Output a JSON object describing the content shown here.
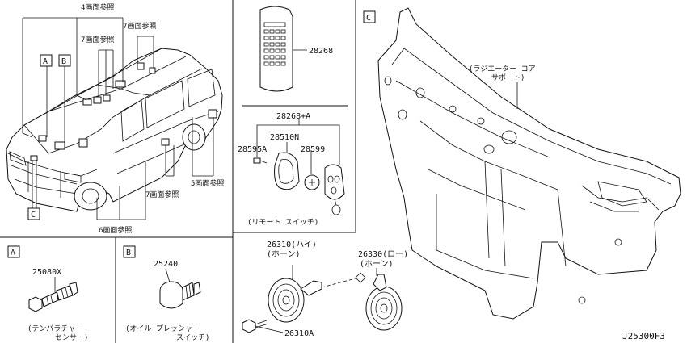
{
  "labels": {
    "ref_4": "4画面参照",
    "ref_7a": "7画面参照",
    "ref_7b": "7画面参照",
    "ref_7c": "7画面参照",
    "ref_5": "5画面参照",
    "ref_6": "6画面参照",
    "callout_a": "A",
    "callout_b": "B",
    "callout_c": "C"
  },
  "parts": {
    "remote": "28268",
    "remote_kit": "28268+A",
    "case": "28510N",
    "screw": "28595A",
    "battery": "28599",
    "remote_caption": "(リモート スイッチ)",
    "core_support_1": "(ラジエーター コア",
    "core_support_2": "サポート)",
    "horn_high_1": "26310(ハイ)",
    "horn_high_2": "(ホーン)",
    "horn_low_1": "26330(ロー)",
    "horn_low_2": "(ホーン)",
    "horn_bolt": "26310A",
    "temp_sensor": "25080X",
    "temp_caption_1": "(テンパラチャー",
    "temp_caption_2": "センサー)",
    "oil_switch": "25240",
    "oil_caption_1": "(オイル プレッシャー",
    "oil_caption_2": "スイッチ)"
  },
  "sections": {
    "a": "A",
    "b": "B",
    "c": "C"
  },
  "footer": {
    "code": "J25300F3"
  }
}
